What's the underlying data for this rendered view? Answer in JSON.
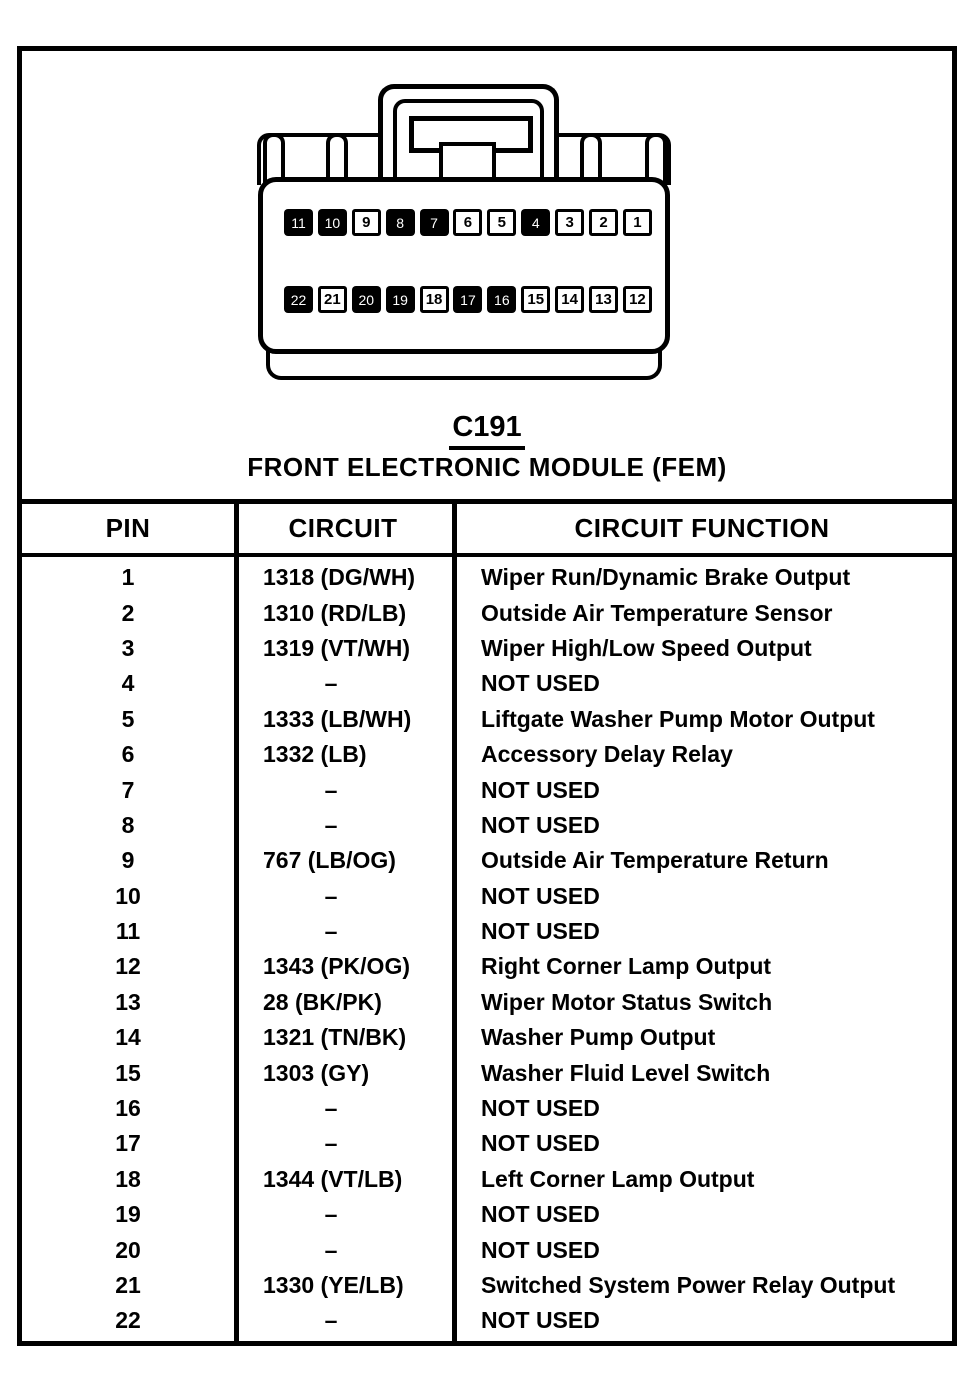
{
  "title": {
    "code": "C191",
    "name": "FRONT ELECTRONIC MODULE (FEM)"
  },
  "connector": {
    "top_pins": [
      {
        "n": "11",
        "used": false
      },
      {
        "n": "10",
        "used": false
      },
      {
        "n": "9",
        "used": true
      },
      {
        "n": "8",
        "used": false
      },
      {
        "n": "7",
        "used": false
      },
      {
        "n": "6",
        "used": true
      },
      {
        "n": "5",
        "used": true
      },
      {
        "n": "4",
        "used": false
      },
      {
        "n": "3",
        "used": true
      },
      {
        "n": "2",
        "used": true
      },
      {
        "n": "1",
        "used": true
      }
    ],
    "bottom_pins": [
      {
        "n": "22",
        "used": false
      },
      {
        "n": "21",
        "used": true
      },
      {
        "n": "20",
        "used": false
      },
      {
        "n": "19",
        "used": false
      },
      {
        "n": "18",
        "used": true
      },
      {
        "n": "17",
        "used": false
      },
      {
        "n": "16",
        "used": false
      },
      {
        "n": "15",
        "used": true
      },
      {
        "n": "14",
        "used": true
      },
      {
        "n": "13",
        "used": true
      },
      {
        "n": "12",
        "used": true
      }
    ]
  },
  "table": {
    "headers": [
      "PIN",
      "CIRCUIT",
      "CIRCUIT FUNCTION"
    ],
    "not_used_dash": "–",
    "rows": [
      {
        "pin": "1",
        "circuit": "1318 (DG/WH)",
        "function": "Wiper Run/Dynamic Brake Output"
      },
      {
        "pin": "2",
        "circuit": "1310 (RD/LB)",
        "function": "Outside Air Temperature Sensor"
      },
      {
        "pin": "3",
        "circuit": "1319 (VT/WH)",
        "function": "Wiper High/Low Speed Output"
      },
      {
        "pin": "4",
        "circuit": "–",
        "function": "NOT USED"
      },
      {
        "pin": "5",
        "circuit": "1333 (LB/WH)",
        "function": "Liftgate Washer Pump Motor Output"
      },
      {
        "pin": "6",
        "circuit": "1332 (LB)",
        "function": "Accessory Delay Relay"
      },
      {
        "pin": "7",
        "circuit": "–",
        "function": "NOT USED"
      },
      {
        "pin": "8",
        "circuit": "–",
        "function": "NOT USED"
      },
      {
        "pin": "9",
        "circuit": "767 (LB/OG)",
        "function": "Outside Air Temperature Return"
      },
      {
        "pin": "10",
        "circuit": "–",
        "function": "NOT USED"
      },
      {
        "pin": "11",
        "circuit": "–",
        "function": "NOT USED"
      },
      {
        "pin": "12",
        "circuit": "1343 (PK/OG)",
        "function": "Right Corner Lamp Output"
      },
      {
        "pin": "13",
        "circuit": "28 (BK/PK)",
        "function": "Wiper Motor Status Switch"
      },
      {
        "pin": "14",
        "circuit": "1321 (TN/BK)",
        "function": "Washer Pump Output"
      },
      {
        "pin": "15",
        "circuit": "1303 (GY)",
        "function": "Washer Fluid Level Switch"
      },
      {
        "pin": "16",
        "circuit": "–",
        "function": "NOT USED"
      },
      {
        "pin": "17",
        "circuit": "–",
        "function": "NOT USED"
      },
      {
        "pin": "18",
        "circuit": "1344 (VT/LB)",
        "function": "Left Corner Lamp Output"
      },
      {
        "pin": "19",
        "circuit": "–",
        "function": "NOT USED"
      },
      {
        "pin": "20",
        "circuit": "–",
        "function": "NOT USED"
      },
      {
        "pin": "21",
        "circuit": "1330 (YE/LB)",
        "function": "Switched System Power Relay Output"
      },
      {
        "pin": "22",
        "circuit": "–",
        "function": "NOT USED"
      }
    ],
    "colors": {
      "ink": "#000000",
      "paper": "#ffffff"
    }
  }
}
